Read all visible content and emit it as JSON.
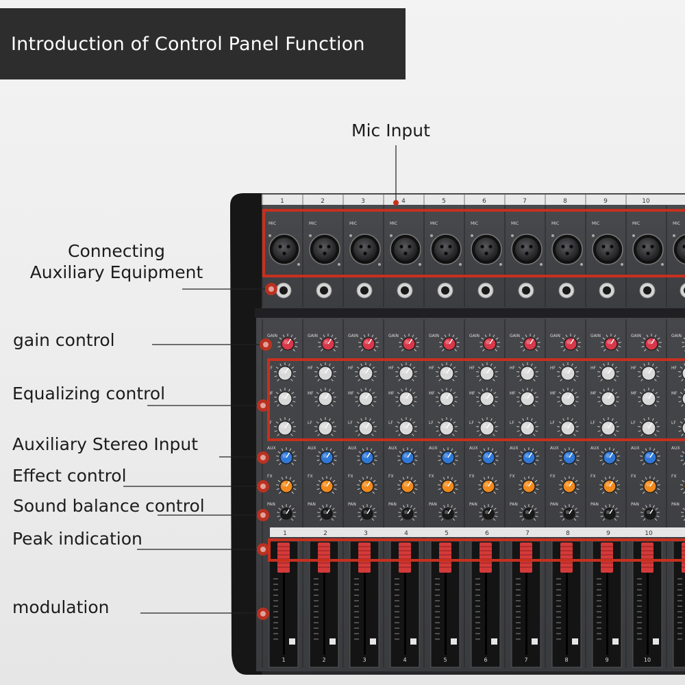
{
  "title": "Introduction of Control Panel Function",
  "labels": {
    "mic_input": "Mic Input",
    "connecting_line1": "Connecting",
    "connecting_line2": "Auxiliary Equipment",
    "gain": "gain control",
    "eq": "Equalizing control",
    "aux_stereo": "Auxiliary Stereo Input",
    "effect": "Effect control",
    "balance": "Sound balance control",
    "peak": "Peak indication",
    "modulation": "modulation"
  },
  "channel_numbers": [
    "1",
    "2",
    "3",
    "4",
    "5",
    "6",
    "7",
    "8",
    "9",
    "10"
  ],
  "knob_labels": {
    "gain": "GAIN",
    "mic": "MIC",
    "aux": "AUX",
    "fx": "FX",
    "pan": "PAN",
    "hf": "HF",
    "mf": "MF",
    "lf": "LF"
  },
  "colors": {
    "highlight": "#c8301e",
    "gain_knob": "#d8384a",
    "aux_knob": "#2f78d8",
    "fx_knob": "#f08a1c",
    "pan_knob": "#1a1a1a",
    "eq_knob": "#d9d9d9",
    "fader_cap": "#d43a3a",
    "panel": "#3a3b3d"
  },
  "icons": [
    "xlr-jack-icon",
    "quarter-inch-jack-icon",
    "rotary-knob-icon",
    "fader-icon",
    "callout-dot-icon"
  ]
}
